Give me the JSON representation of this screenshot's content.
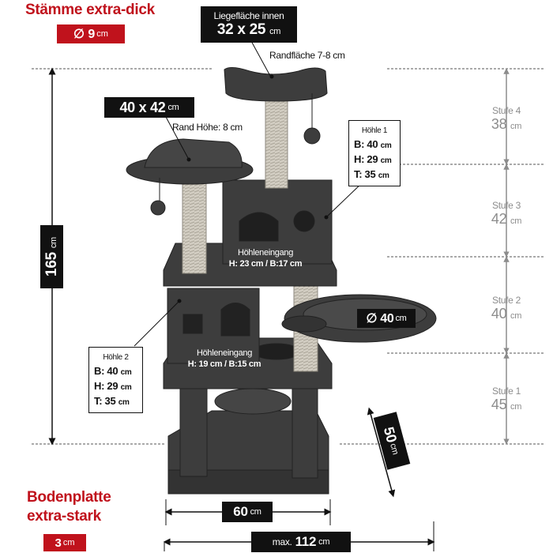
{
  "header": {
    "title": "Stämme extra-dick",
    "trunk_value": "∅ 9",
    "trunk_unit": "cm"
  },
  "footer": {
    "title_line1": "Bodenplatte",
    "title_line2": "extra-stark",
    "base_value": "3",
    "base_unit": "cm"
  },
  "height_total": {
    "value": "165",
    "unit": "cm"
  },
  "top_platform": {
    "caption": "Liegefläche innen",
    "value": "32 x 25",
    "unit": "cm",
    "rim": "Randfläche 7-8 cm"
  },
  "left_platform": {
    "value": "40 x 42",
    "unit": "cm",
    "rim": "Rand Höhe: 8 cm"
  },
  "cave1": {
    "title": "Höhle 1",
    "b": "B: 40",
    "h": "H: 29",
    "t": "T: 35",
    "unit": "cm"
  },
  "cave2": {
    "title": "Höhle 2",
    "b": "B: 40",
    "h": "H: 29",
    "t": "T: 35",
    "unit": "cm"
  },
  "entrance1": {
    "label": "Höhleneingang",
    "dims": "H: 23 cm / B:17 cm"
  },
  "entrance2": {
    "label": "Höhleneingang",
    "dims": "H: 19 cm / B:15 cm"
  },
  "bowl": {
    "value": "∅ 40",
    "unit": "cm"
  },
  "stages": [
    {
      "name": "Stufe 4",
      "value": "38",
      "unit": "cm"
    },
    {
      "name": "Stufe 3",
      "value": "42",
      "unit": "cm"
    },
    {
      "name": "Stufe 2",
      "value": "40",
      "unit": "cm"
    },
    {
      "name": "Stufe 1",
      "value": "45",
      "unit": "cm"
    }
  ],
  "depth": {
    "value": "50",
    "unit": "cm"
  },
  "width": {
    "value": "60",
    "unit": "cm"
  },
  "max_width": {
    "prefix": "max.",
    "value": "112",
    "unit": "cm"
  },
  "colors": {
    "brand_red": "#c0121c",
    "plush": "#3d3d3d",
    "sisal": "#d2cdc2",
    "stage_grey": "#8c8c8c"
  }
}
